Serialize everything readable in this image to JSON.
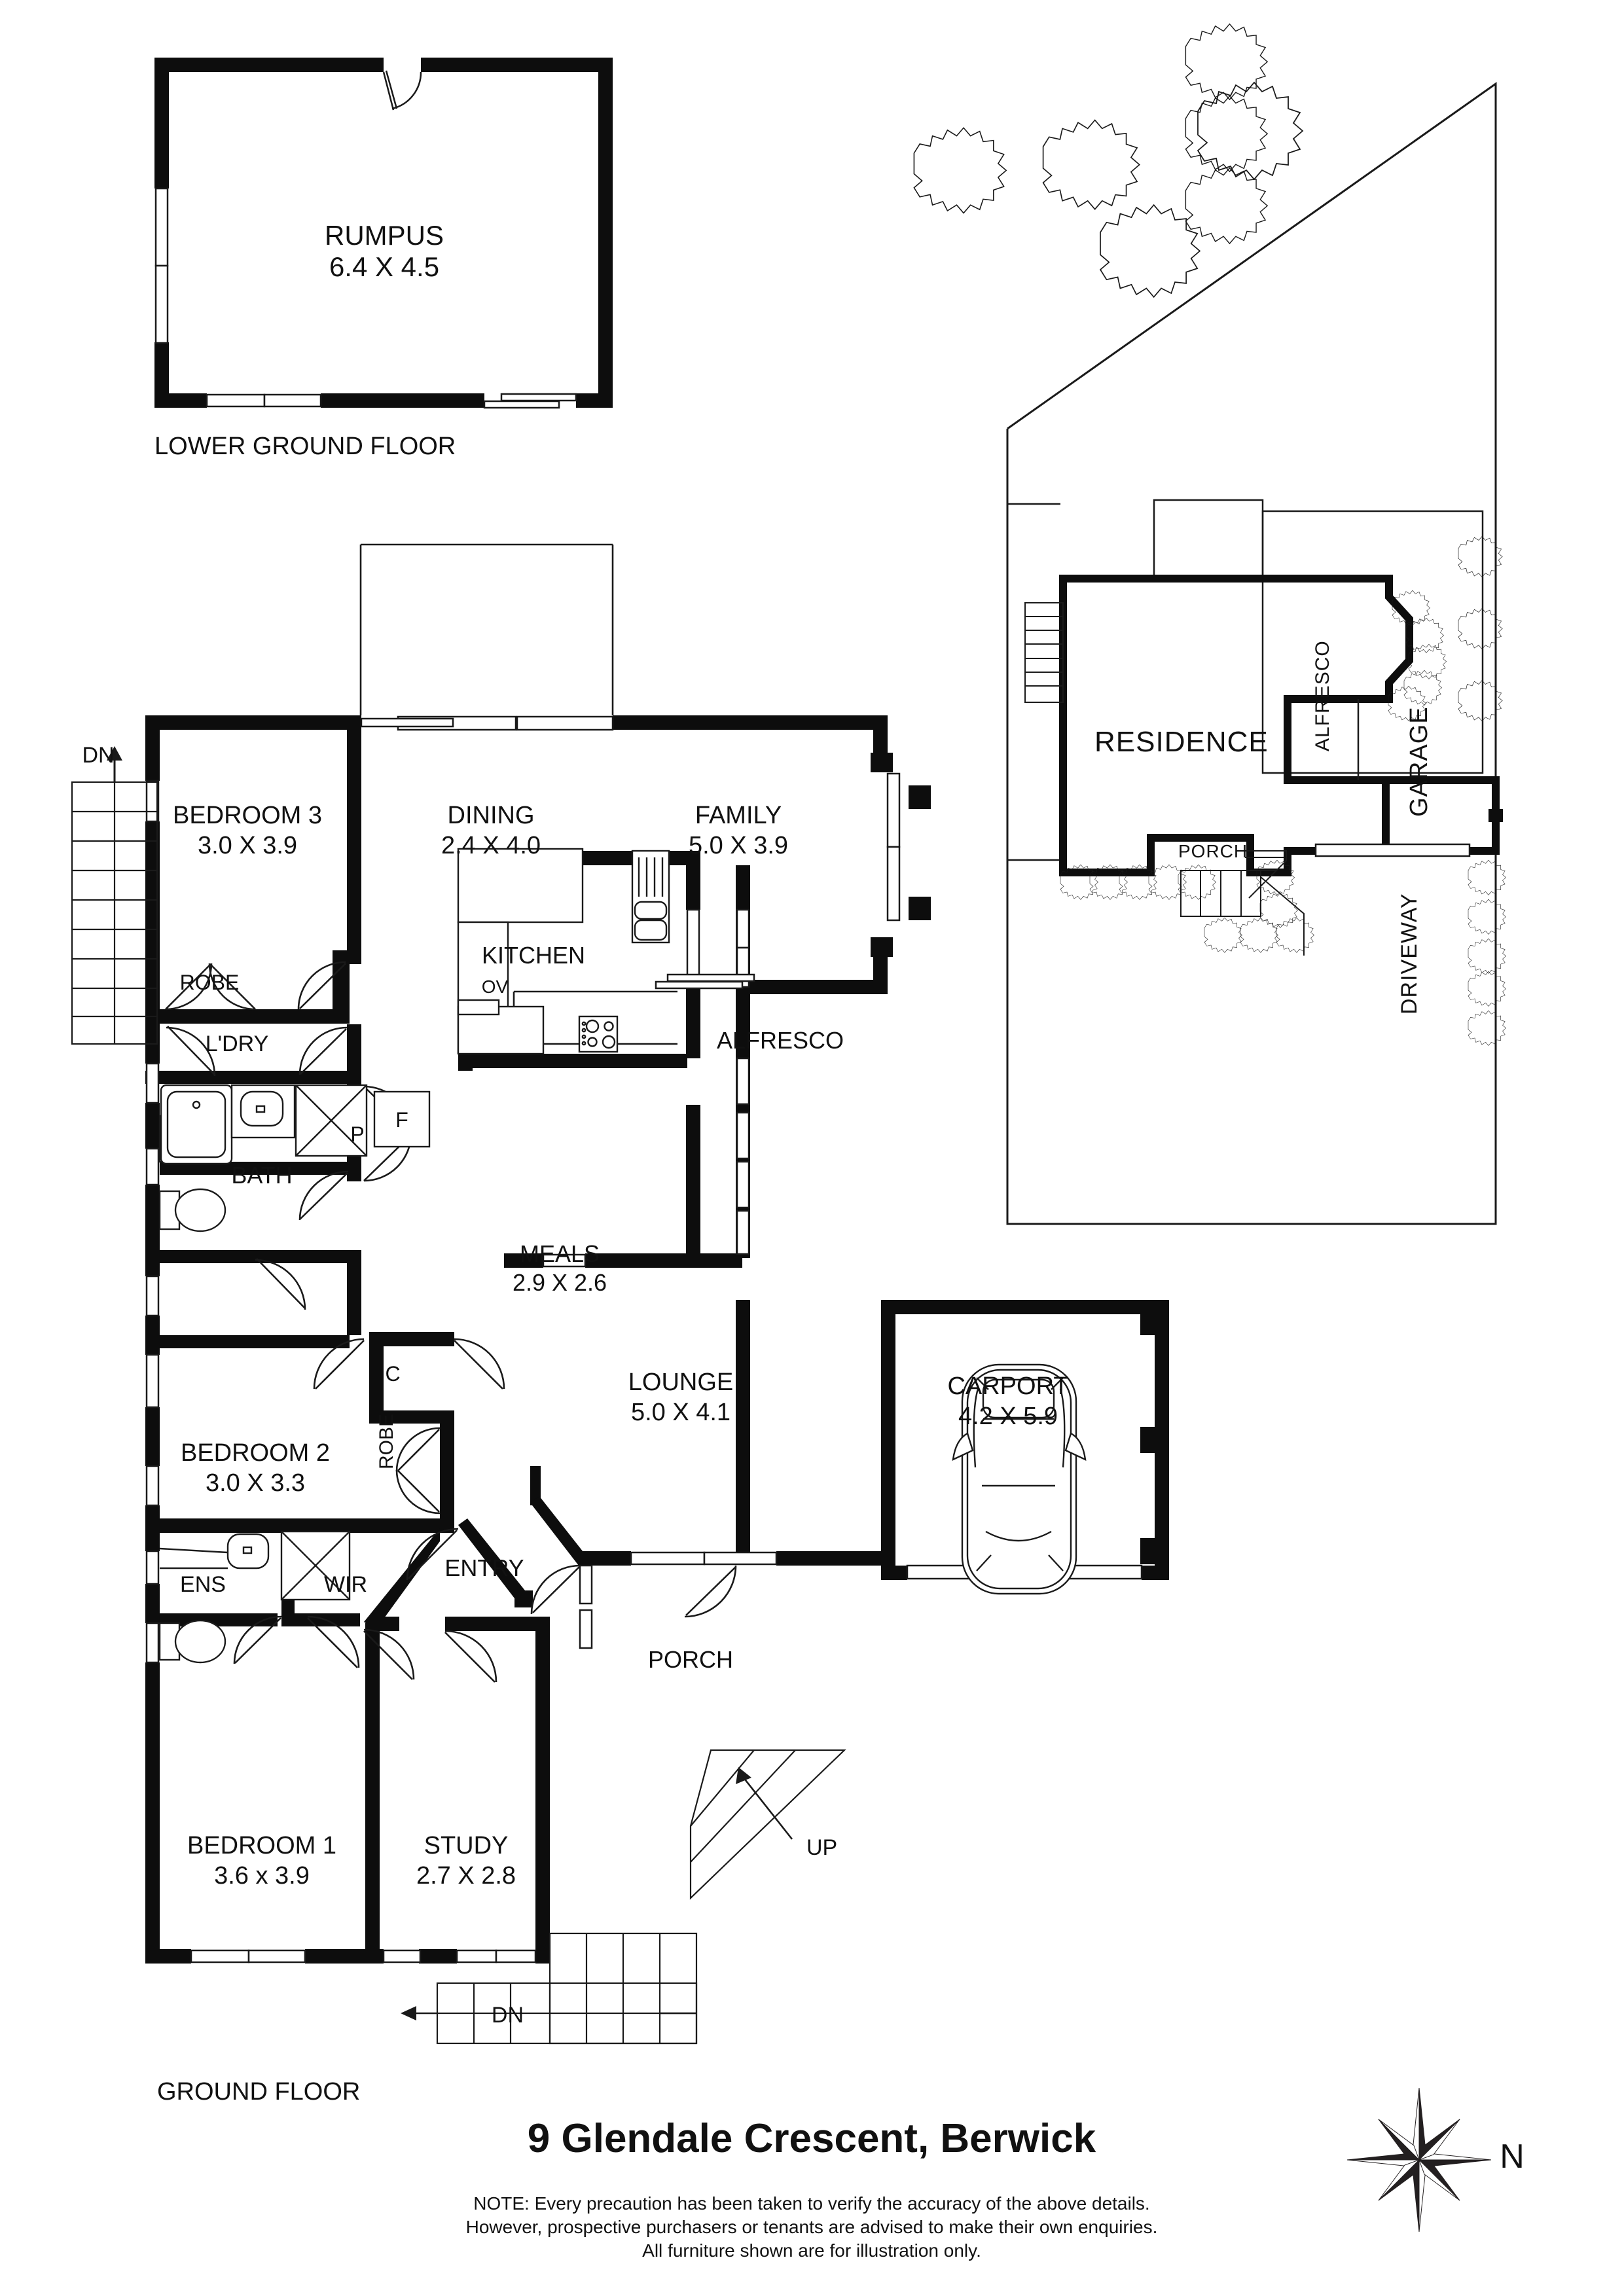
{
  "title": "9 Glendale Crescent, Berwick",
  "compass": {
    "label": "N"
  },
  "disclaimer": {
    "line1": "NOTE: Every precaution has been taken to verify the accuracy of the above details.",
    "line2": "However, prospective purchasers or tenants are advised to make their own enquiries.",
    "line3": "All furniture shown are for illustration only."
  },
  "floors": [
    {
      "id": "lower-ground",
      "label": "LOWER GROUND FLOOR"
    },
    {
      "id": "ground",
      "label": "GROUND FLOOR"
    }
  ],
  "lower_ground": {
    "label": "LOWER GROUND FLOOR",
    "rooms": [
      {
        "name": "RUMPUS",
        "dims": "6.4 X 4.5"
      }
    ]
  },
  "ground": {
    "label": "GROUND FLOOR",
    "rooms": [
      {
        "name": "BEDROOM 3",
        "dims": "3.0 X 3.9"
      },
      {
        "name": "DINING",
        "dims": "2.4 X 4.0"
      },
      {
        "name": "FAMILY",
        "dims": "5.0 X 3.9"
      },
      {
        "name": "MEALS",
        "dims": "2.9 X 2.6"
      },
      {
        "name": "BEDROOM 2",
        "dims": "3.0 X 3.3"
      },
      {
        "name": "LOUNGE",
        "dims": "5.0 X 4.1"
      },
      {
        "name": "BEDROOM 1",
        "dims": "3.6 x 3.9"
      },
      {
        "name": "STUDY",
        "dims": "2.7 X 2.8"
      },
      {
        "name": "CARPORT",
        "dims": "4.2 X 5.9"
      }
    ],
    "spaces": [
      {
        "name": "ROBE"
      },
      {
        "name": "L'DRY"
      },
      {
        "name": "BATH"
      },
      {
        "name": "KITCHEN"
      },
      {
        "name": "ALFRESCO"
      },
      {
        "name": "ROBE"
      },
      {
        "name": "ENS"
      },
      {
        "name": "WIR"
      },
      {
        "name": "ENTRY"
      },
      {
        "name": "PORCH"
      }
    ],
    "abbrev": [
      {
        "code": "F",
        "meaning": "fridge"
      },
      {
        "code": "P",
        "meaning": "pantry"
      },
      {
        "code": "C",
        "meaning": "cupboard"
      },
      {
        "code": "OV",
        "meaning": "oven"
      }
    ],
    "stair_markers": [
      {
        "label": "DN",
        "where": "top-left-stairs"
      },
      {
        "label": "UP",
        "where": "porch-steps"
      },
      {
        "label": "DN",
        "where": "bottom-steps"
      }
    ]
  },
  "site_plan": {
    "labels": [
      {
        "name": "RESIDENCE"
      },
      {
        "name": "ALFRESCO"
      },
      {
        "name": "GARAGE"
      },
      {
        "name": "PORCH"
      },
      {
        "name": "DRIVEWAY"
      }
    ]
  },
  "labels": {
    "rumpus": "RUMPUS",
    "rumpus_dims": "6.4 X 4.5",
    "lower_ground_floor": "LOWER GROUND FLOOR",
    "ground_floor": "GROUND FLOOR",
    "bedroom3": "BEDROOM 3",
    "bedroom3_dims": "3.0 X 3.9",
    "dining": "DINING",
    "dining_dims": "2.4 X 4.0",
    "family": "FAMILY",
    "family_dims": "5.0 X 3.9",
    "robe1": "ROBE",
    "ldry": "L'DRY",
    "bath": "BATH",
    "kitchen": "KITCHEN",
    "ov": "OV",
    "alfresco": "ALFRESCO",
    "meals": "MEALS",
    "meals_dims": "2.9 X 2.6",
    "bedroom2": "BEDROOM 2",
    "bedroom2_dims": "3.0 X 3.3",
    "robe2": "ROBE",
    "lounge": "LOUNGE",
    "lounge_dims": "5.0 X 4.1",
    "ens": "ENS",
    "wir": "WIR",
    "entry": "ENTRY",
    "porch": "PORCH",
    "carport": "CARPORT",
    "carport_dims": "4.2 X 5.9",
    "bedroom1": "BEDROOM 1",
    "bedroom1_dims": "3.6 x 3.9",
    "study": "STUDY",
    "study_dims": "2.7 X 2.8",
    "f": "F",
    "p": "P",
    "c": "C",
    "dn1": "DN",
    "up": "UP",
    "dn2": "DN",
    "site_residence": "RESIDENCE",
    "site_alfresco": "ALFRESCO",
    "site_garage": "GARAGE",
    "site_porch": "PORCH",
    "site_driveway": "DRIVEWAY",
    "north": "N"
  },
  "colors": {
    "wall": "#0d0d0d",
    "line": "#1a1a1a",
    "paper": "#ffffff"
  }
}
